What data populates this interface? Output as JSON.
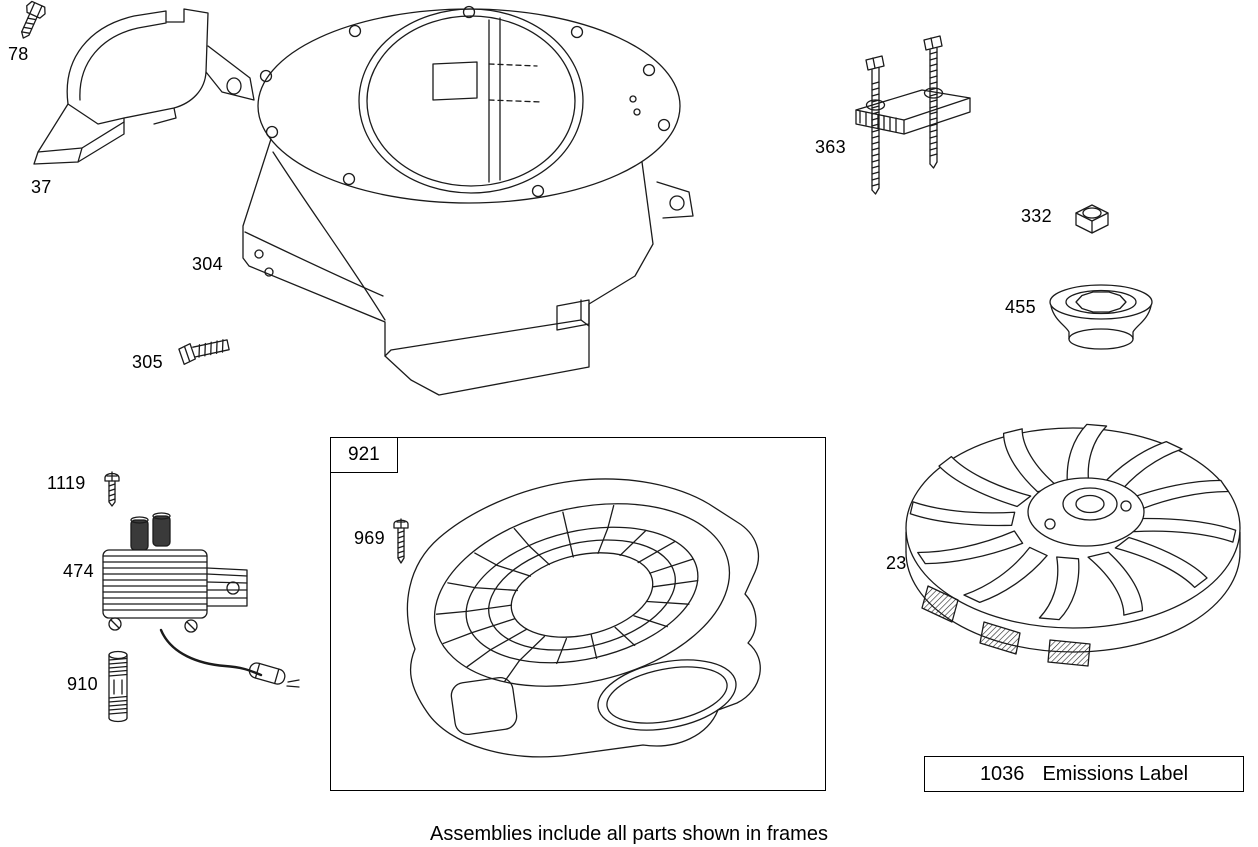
{
  "diagram": {
    "caption": "Assemblies include all parts shown in frames",
    "frame_921_label": "921",
    "emissions_number": "1036",
    "emissions_text": "Emissions Label",
    "labels": {
      "l78": "78",
      "l37": "37",
      "l304": "304",
      "l305": "305",
      "l363": "363",
      "l332": "332",
      "l455": "455",
      "l1119": "1119",
      "l474": "474",
      "l910": "910",
      "l969": "969",
      "l23": "23"
    },
    "icons": {
      "p78": "screw-drawing",
      "p37": "guard-bracket-drawing",
      "p304": "blower-housing-drawing",
      "p305": "hex-bolt-drawing",
      "p363": "flywheel-puller-drawing",
      "p332": "hex-nut-drawing",
      "p455": "starter-cup-drawing",
      "p1119": "screw-drawing",
      "p474": "ignition-coil-drawing",
      "p910": "standoff-drawing",
      "p969": "screw-drawing",
      "p921": "recoil-starter-cover-drawing",
      "p23": "flywheel-drawing"
    }
  }
}
